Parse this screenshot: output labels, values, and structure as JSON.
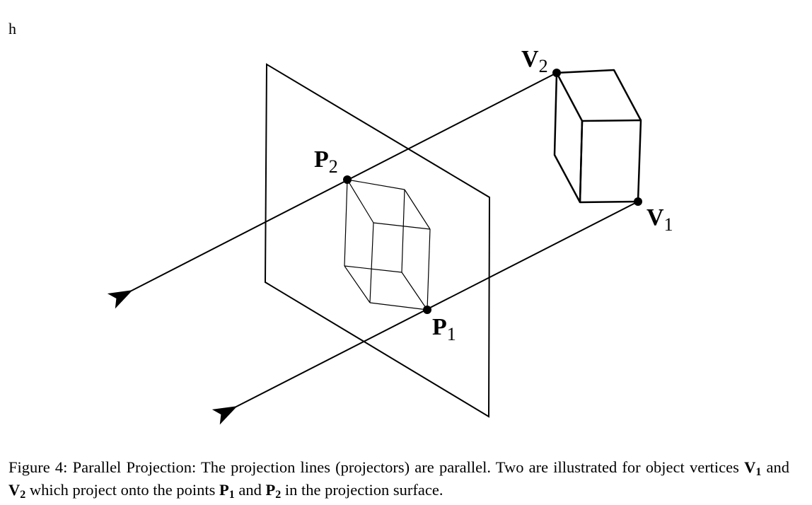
{
  "page_marker": "h",
  "labels": {
    "v2": {
      "main": "V",
      "sub": "2"
    },
    "v1": {
      "main": "V",
      "sub": "1"
    },
    "p2": {
      "main": "P",
      "sub": "2"
    },
    "p1": {
      "main": "P",
      "sub": "1"
    }
  },
  "caption": {
    "fig": "Figure 4:",
    "part1": "Parallel Projection: The projection lines (projectors) are parallel. Two are illustrated for object vertices",
    "v1": "V",
    "v1_sub": "1",
    "and1": "and",
    "v2": "V",
    "v2_sub": "2",
    "part2": "which project onto the points",
    "p1": "P",
    "p1_sub": "1",
    "and2": "and",
    "p2": "P",
    "p2_sub": "2",
    "part3": "in the projection surface."
  }
}
